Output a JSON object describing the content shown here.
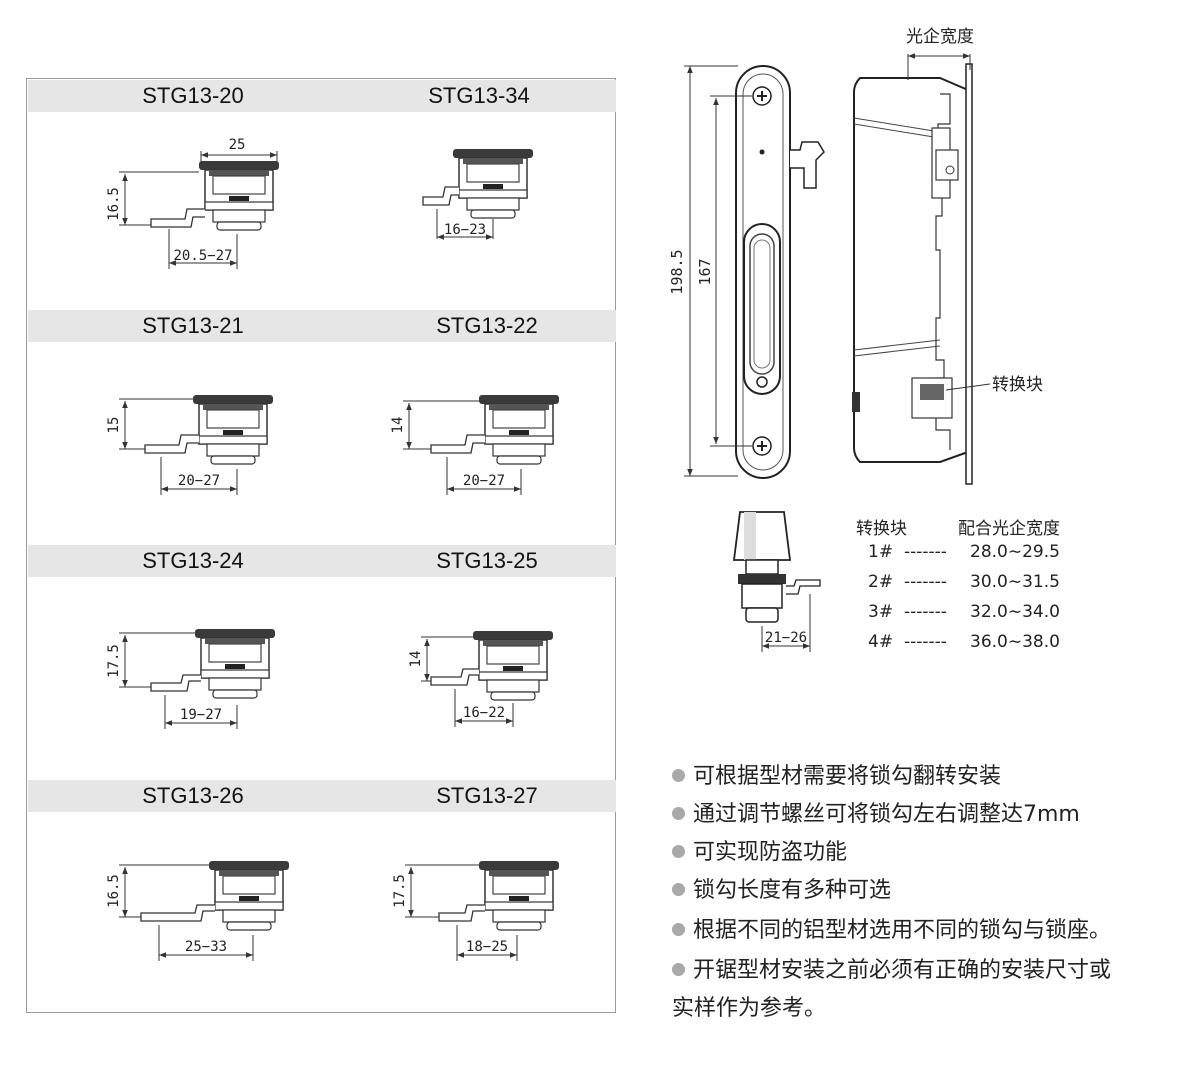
{
  "models": [
    "STG13-20",
    "STG13-34",
    "STG13-21",
    "STG13-22",
    "STG13-24",
    "STG13-25",
    "STG13-26",
    "STG13-27"
  ],
  "dims": {
    "m20": {
      "w": "25",
      "h": "16.5",
      "r": "20.5−27"
    },
    "m34": {
      "r": "16−23"
    },
    "m21": {
      "h": "15",
      "r": "20−27"
    },
    "m22": {
      "h": "14",
      "r": "20−27"
    },
    "m24": {
      "h": "17.5",
      "r": "19−27"
    },
    "m25": {
      "h": "14",
      "r": "16−22"
    },
    "m26": {
      "h": "16.5",
      "r": "25−33"
    },
    "m27": {
      "h": "17.5",
      "r": "18−25"
    }
  },
  "main": {
    "width_label": "光企宽度",
    "len_total": "198.5",
    "len_holes": "167",
    "block_label": "转换块",
    "small_range": "21−26"
  },
  "table": {
    "col1": "转换块",
    "col2": "配合光企宽度",
    "rows": [
      {
        "id": "1#",
        "dash": "-------",
        "range": "28.0∼29.5"
      },
      {
        "id": "2#",
        "dash": "-------",
        "range": "30.0∼31.5"
      },
      {
        "id": "3#",
        "dash": "-------",
        "range": "32.0∼34.0"
      },
      {
        "id": "4#",
        "dash": "-------",
        "range": "36.0∼38.0"
      }
    ]
  },
  "features": [
    "可根据型材需要将锁勾翻转安装",
    "通过调节螺丝可将锁勾左右调整达7mm",
    "可实现防盗功能",
    "锁勾长度有多种可选",
    "根据不同的铝型材选用不同的锁勾与锁座。",
    "开锯型材安装之前必须有正确的安装尺寸或",
    "实样作为参考。"
  ]
}
